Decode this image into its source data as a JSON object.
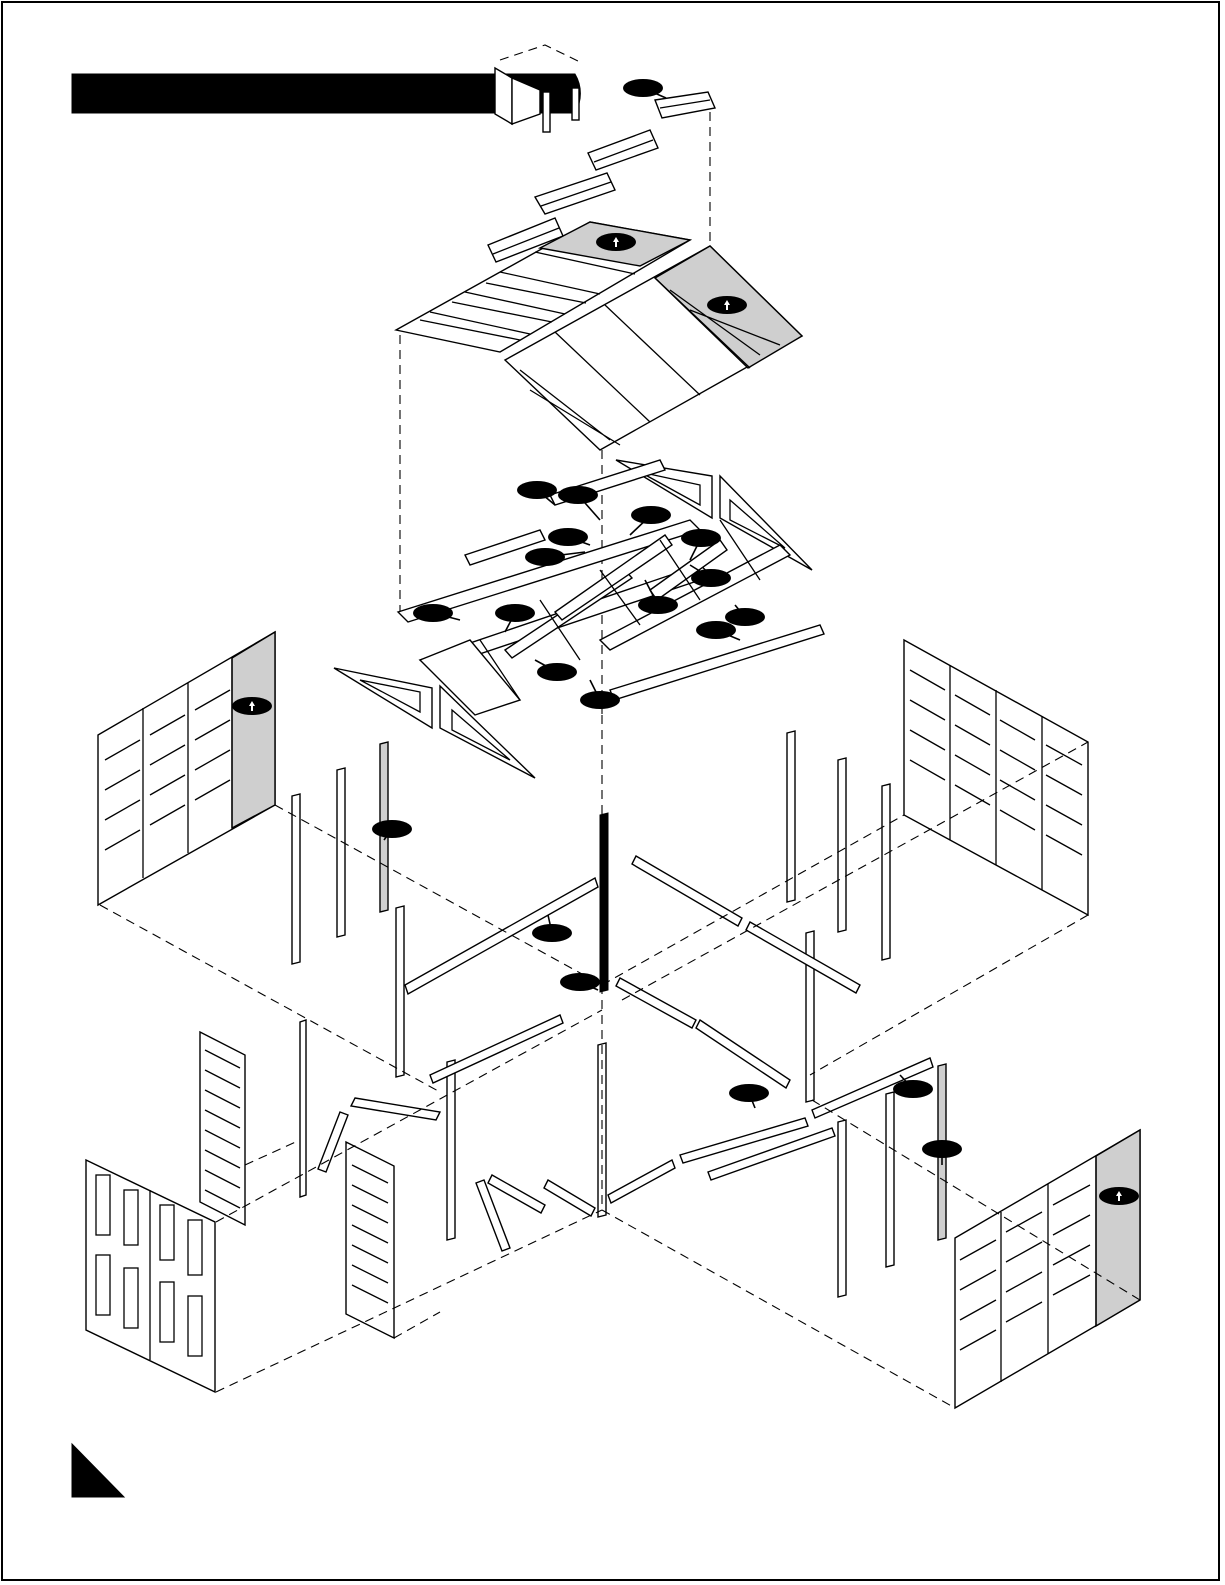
{
  "diagram": {
    "header_bar_text": "",
    "callouts": [
      {
        "id": "c-ridge",
        "arrow": false
      },
      {
        "id": "c-roof-1",
        "arrow": true
      },
      {
        "id": "c-roof-2",
        "arrow": true
      },
      {
        "id": "c-truss-1",
        "arrow": false
      },
      {
        "id": "c-truss-2",
        "arrow": false
      },
      {
        "id": "c-truss-3",
        "arrow": false
      },
      {
        "id": "c-truss-4",
        "arrow": false
      },
      {
        "id": "c-truss-5",
        "arrow": false
      },
      {
        "id": "c-truss-6",
        "arrow": false
      },
      {
        "id": "c-truss-7",
        "arrow": false
      },
      {
        "id": "c-truss-8",
        "arrow": false
      },
      {
        "id": "c-truss-9",
        "arrow": false
      },
      {
        "id": "c-truss-10",
        "arrow": false
      },
      {
        "id": "c-truss-11",
        "arrow": false
      },
      {
        "id": "c-truss-12",
        "arrow": false
      },
      {
        "id": "c-truss-13",
        "arrow": false
      },
      {
        "id": "c-truss-14",
        "arrow": false
      },
      {
        "id": "c-wall-left",
        "arrow": true
      },
      {
        "id": "c-post-left",
        "arrow": false
      },
      {
        "id": "c-beam-mid",
        "arrow": false
      },
      {
        "id": "c-post-mid",
        "arrow": false
      },
      {
        "id": "c-floor-right",
        "arrow": false
      },
      {
        "id": "c-beam-right",
        "arrow": false
      },
      {
        "id": "c-post-right",
        "arrow": false
      },
      {
        "id": "c-wall-right",
        "arrow": true
      }
    ]
  }
}
